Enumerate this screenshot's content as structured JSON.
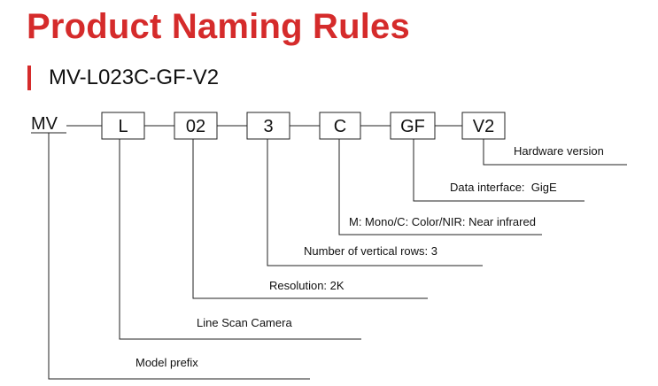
{
  "title": "Product Naming Rules",
  "subtitle": "MV-L023C-GF-V2",
  "prefix": "MV",
  "segments": [
    {
      "code": "L",
      "description": "Line Scan Camera"
    },
    {
      "code": "02",
      "description": "Resolution: 2K"
    },
    {
      "code": "3",
      "description": "Number of vertical rows: 3"
    },
    {
      "code": "C",
      "description": "M: Mono/C: Color/NIR: Near infrared"
    },
    {
      "code": "GF",
      "description": "Data interface:  GigE"
    },
    {
      "code": "V2",
      "description": "Hardware version"
    }
  ],
  "prefix_description": "Model prefix",
  "colors": {
    "accent": "#d52b2b",
    "line": "#222222"
  }
}
